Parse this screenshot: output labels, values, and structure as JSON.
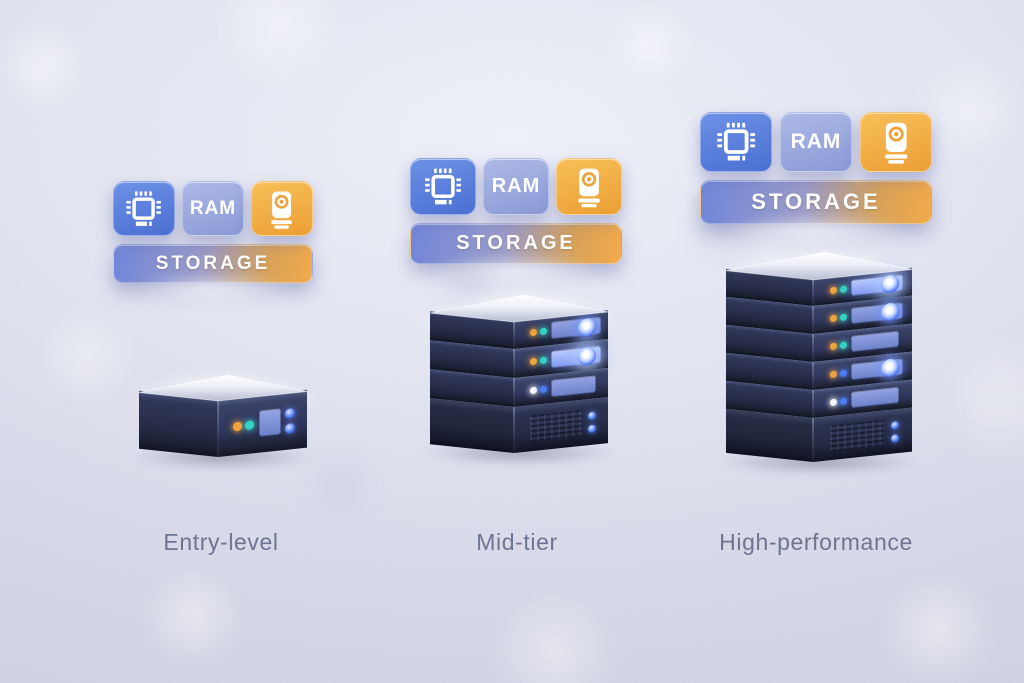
{
  "illustration": {
    "tiers": [
      {
        "id": "entry-level",
        "label": "Entry-level",
        "badges": {
          "cpu_icon": "cpu-chip-icon",
          "ram_label": "RAM",
          "storage_icon": "hard-drive-icon",
          "storage_label": "STORAGE"
        },
        "server": {
          "unit_count": 1,
          "units": [
            {
              "kind": "bay",
              "leds": [
                "orange",
                "teal"
              ],
              "panel": true,
              "orb": null,
              "side_dots": true
            }
          ]
        }
      },
      {
        "id": "mid-tier",
        "label": "Mid-tier",
        "badges": {
          "cpu_icon": "cpu-chip-icon",
          "ram_label": "RAM",
          "storage_icon": "hard-drive-icon",
          "storage_label": "STORAGE"
        },
        "server": {
          "unit_count": 4,
          "units": [
            {
              "kind": "bay",
              "leds": [
                "orange",
                "teal"
              ],
              "panel": true,
              "orb": "glow",
              "side_dots": false
            },
            {
              "kind": "bay",
              "leds": [
                "orange",
                "teal"
              ],
              "panel": true,
              "orb": "bright",
              "side_dots": false
            },
            {
              "kind": "bay",
              "leds": [
                "white",
                "blue"
              ],
              "panel": true,
              "orb": null,
              "side_dots": false
            },
            {
              "kind": "base",
              "leds": [],
              "panel": false,
              "orb": null,
              "side_dots": true
            }
          ]
        }
      },
      {
        "id": "high-performance",
        "label": "High-performance",
        "badges": {
          "cpu_icon": "cpu-chip-icon",
          "ram_label": "RAM",
          "storage_icon": "hard-drive-icon",
          "storage_label": "STORAGE"
        },
        "server": {
          "unit_count": 6,
          "units": [
            {
              "kind": "bay",
              "leds": [
                "orange",
                "teal"
              ],
              "panel": true,
              "orb": "bright",
              "side_dots": false
            },
            {
              "kind": "bay",
              "leds": [
                "orange",
                "teal"
              ],
              "panel": true,
              "orb": "glow",
              "side_dots": false
            },
            {
              "kind": "bay",
              "leds": [
                "orange",
                "teal"
              ],
              "panel": true,
              "orb": null,
              "side_dots": false
            },
            {
              "kind": "bay",
              "leds": [
                "orange",
                "blue"
              ],
              "panel": true,
              "orb": "glow",
              "side_dots": false
            },
            {
              "kind": "bay",
              "leds": [
                "white",
                "blue"
              ],
              "panel": true,
              "orb": null,
              "side_dots": false
            },
            {
              "kind": "base",
              "leds": [],
              "panel": false,
              "orb": null,
              "side_dots": true
            }
          ]
        }
      }
    ],
    "led_colors": {
      "orange": "#f2a33c",
      "teal": "#35d3c6",
      "blue": "#4a7df2",
      "white": "#fafcff"
    },
    "accent_colors": {
      "cpu_tile": "#4f76d6",
      "ram_tile": "#93a3dc",
      "storage_tile": "#f0a63e",
      "storage_bar_left": "#7186d9",
      "storage_bar_right": "#f2aa4b",
      "server_body": "#2c3352",
      "label_text": "#6e7492",
      "background": "#dde0ef"
    }
  }
}
